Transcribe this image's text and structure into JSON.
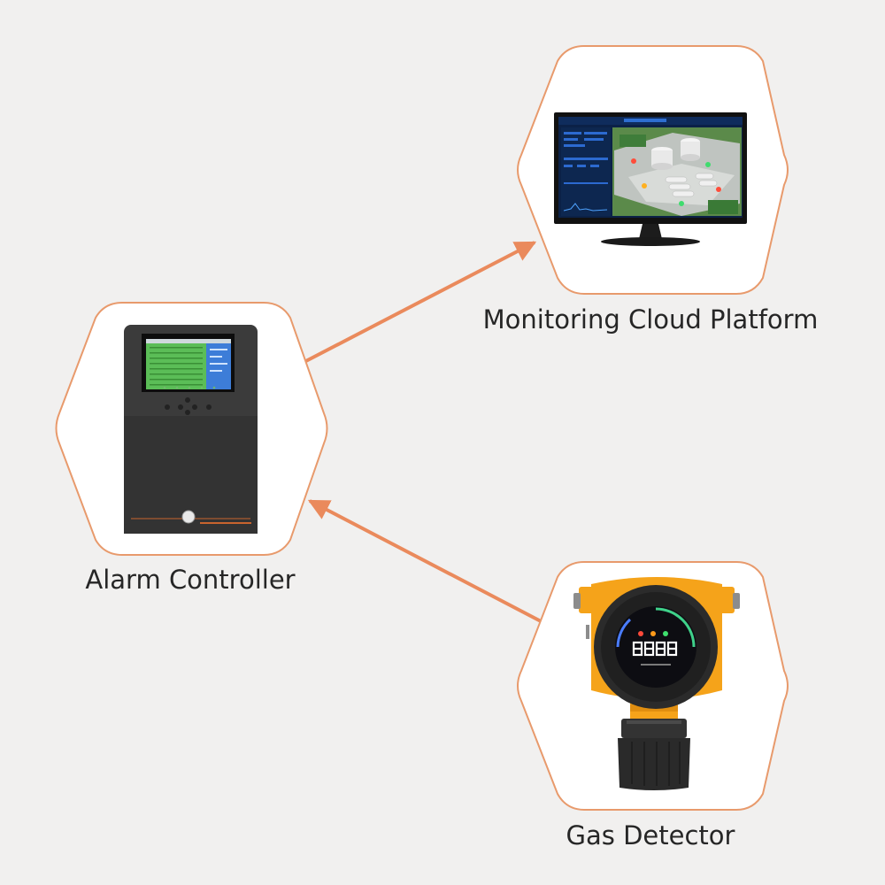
{
  "diagram": {
    "nodes": {
      "cloud": {
        "label": "Monitoring Cloud Platform",
        "icon": "monitor-icon"
      },
      "alarm": {
        "label": "Alarm Controller",
        "icon": "alarm-controller-icon"
      },
      "gas": {
        "label": "Gas Detector",
        "icon": "gas-detector-icon"
      }
    },
    "edges": [
      {
        "from": "alarm",
        "to": "cloud"
      },
      {
        "from": "gas",
        "to": "alarm"
      }
    ]
  },
  "colors": {
    "background": "#f1f0ef",
    "hexagon_fill": "#ffffff",
    "hexagon_stroke": "#e89a6c",
    "arrow": "#ea8a5c",
    "detector_housing": "#f5a31a",
    "device_body": "#3a3a3a"
  }
}
